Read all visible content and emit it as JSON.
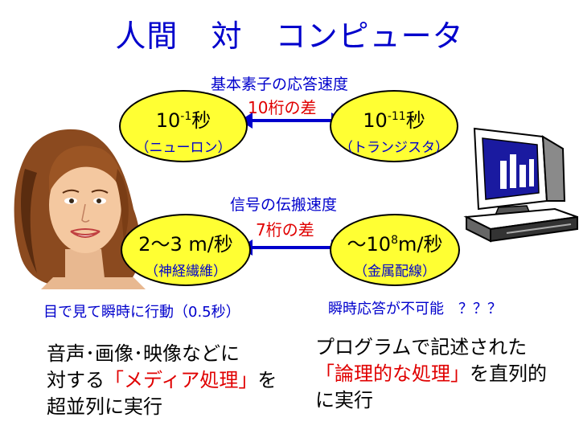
{
  "title": {
    "part1": "人間",
    "part2": "対",
    "part3": "コンピュータ"
  },
  "speed_section": {
    "caption": "基本素子の応答速度",
    "difference": "10桁の差",
    "human": {
      "base": "10",
      "exp": "-1",
      "unit": "秒",
      "label": "（ニューロン）"
    },
    "computer": {
      "base": "10",
      "exp": "-11",
      "unit": "秒",
      "label": "（トランジスタ）"
    }
  },
  "signal_section": {
    "caption": "信号の伝搬速度",
    "difference": "7桁の差",
    "human": {
      "value": "2～3 m/秒",
      "label": "（神経繊維）"
    },
    "computer": {
      "prefix": "～10",
      "exp": "8",
      "unit": "m/秒",
      "label": "（金属配線）"
    }
  },
  "notes": {
    "human": "目で見て瞬時に行動（0.5秒）",
    "computer": "瞬時応答が不可能　？？？"
  },
  "human_text": {
    "line1": "音声･画像･映像などに",
    "line2_pre": "対する",
    "line2_red": "「メディア処理」",
    "line2_post": "を",
    "line3": "超並列に実行"
  },
  "computer_text": {
    "line1": "プログラムで記述された",
    "line2_red": "「論理的な処理」",
    "line2_post": "を直列的",
    "line3": "に実行"
  },
  "colors": {
    "title": "#0000cc",
    "ellipse_fill": "#ffff33",
    "arrow": "#0000cc",
    "highlight": "#e00000"
  }
}
